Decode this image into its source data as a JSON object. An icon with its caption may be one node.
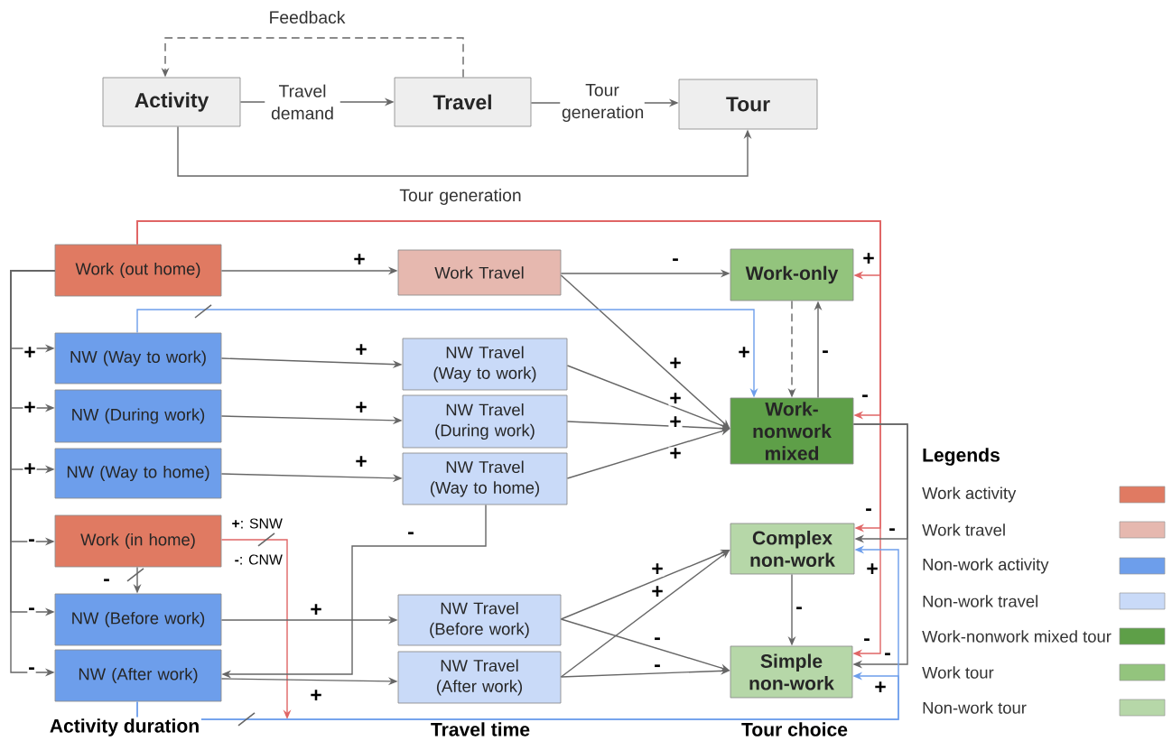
{
  "diagram": {
    "nodes": [
      {
        "text": [
          "Activity"
        ]
      },
      {
        "text": [
          "Travel"
        ]
      },
      {
        "text": [
          "Tour"
        ]
      },
      {
        "text": [
          "Work (out home)"
        ]
      },
      {
        "text": [
          "Work Travel"
        ]
      },
      {
        "text": [
          "Work-only"
        ]
      },
      {
        "text": [
          "NW (Way to work)"
        ]
      },
      {
        "text": [
          "NW Travel (Way to work)"
        ]
      },
      {
        "text": [
          "NW (During work)"
        ]
      },
      {
        "text": [
          "NW Travel (During work)"
        ]
      },
      {
        "text": [
          "Work-nonwork mixed"
        ]
      },
      {
        "text": [
          "NW (Way to home)"
        ]
      },
      {
        "text": [
          "NW Travel (Way to home)"
        ]
      },
      {
        "text": [
          "Work (in home)"
        ]
      },
      {
        "text": [
          "Complex non-work"
        ]
      },
      {
        "text": [
          "NW (Before work)"
        ]
      },
      {
        "text": [
          "NW Travel (Before work)"
        ]
      },
      {
        "text": [
          "NW (After work)"
        ]
      },
      {
        "text": [
          "NW Travel (After work)"
        ]
      },
      {
        "text": [
          "Simple non-work"
        ]
      }
    ],
    "edges": [
      {
        "from": 0,
        "to": 1,
        "arrow": "to",
        "label": "Travel demand"
      },
      {
        "from": 1,
        "to": 2,
        "arrow": "to",
        "label": "Tour generation"
      },
      {
        "from": 1,
        "to": 0,
        "arrow": "to",
        "label": "Feedback",
        "style": "dashed"
      },
      {
        "from": 0,
        "to": 2,
        "arrow": "to",
        "label": "Tour generation"
      },
      {
        "from": 3,
        "to": 4,
        "arrow": "to",
        "label": "+"
      },
      {
        "from": 3,
        "to": 6,
        "arrow": "to",
        "label": "+"
      },
      {
        "from": 3,
        "to": 8,
        "arrow": "to",
        "label": "+"
      },
      {
        "from": 3,
        "to": 11,
        "arrow": "to",
        "label": "+"
      },
      {
        "from": 3,
        "to": 13,
        "arrow": "to",
        "label": "-"
      },
      {
        "from": 3,
        "to": 15,
        "arrow": "to",
        "label": "-"
      },
      {
        "from": 3,
        "to": 17,
        "arrow": "to",
        "label": "-"
      },
      {
        "from": 3,
        "to": 5,
        "arrow": "to",
        "label": "+",
        "color": "#e06666"
      },
      {
        "from": 3,
        "to": 10,
        "arrow": "to",
        "label": "-",
        "color": "#e06666"
      },
      {
        "from": 3,
        "to": 14,
        "arrow": "to",
        "label": "-",
        "color": "#e06666"
      },
      {
        "from": 3,
        "to": 19,
        "arrow": "to",
        "label": "-",
        "color": "#e06666"
      },
      {
        "from": 4,
        "to": 5,
        "arrow": "to",
        "label": "-"
      },
      {
        "from": 4,
        "to": 10,
        "arrow": "to",
        "label": "+"
      },
      {
        "from": 6,
        "to": 10,
        "arrow": "to",
        "label": "+",
        "color": "#6d9eeb"
      },
      {
        "from": 6,
        "to": 7,
        "arrow": "to",
        "label": "+"
      },
      {
        "from": 7,
        "to": 10,
        "arrow": "to",
        "label": "+"
      },
      {
        "from": 8,
        "to": 9,
        "arrow": "to",
        "label": "+"
      },
      {
        "from": 9,
        "to": 10,
        "arrow": "to",
        "label": "+"
      },
      {
        "from": 11,
        "to": 12,
        "arrow": "to",
        "label": "+"
      },
      {
        "from": 12,
        "to": 10,
        "arrow": "to",
        "label": "+"
      },
      {
        "from": 5,
        "to": 10,
        "arrow": "to",
        "style": "dashed"
      },
      {
        "from": 10,
        "to": 5,
        "arrow": "to",
        "label": "-"
      },
      {
        "from": 13,
        "to": 15,
        "arrow": "to",
        "label": "-"
      },
      {
        "from": 13,
        "to": null,
        "arrow": "to",
        "color": "#e06666"
      },
      {
        "from": 12,
        "to": 17,
        "arrow": "to",
        "label": "-"
      },
      {
        "from": 10,
        "to": 14,
        "arrow": "to",
        "label": "-"
      },
      {
        "from": 10,
        "to": 19,
        "arrow": "to",
        "label": "-"
      },
      {
        "from": 15,
        "to": 16,
        "arrow": "to",
        "label": "+"
      },
      {
        "from": 17,
        "to": 18,
        "arrow": "to",
        "label": "+"
      },
      {
        "from": 16,
        "to": 14,
        "arrow": "to",
        "label": "+"
      },
      {
        "from": 16,
        "to": 19,
        "arrow": "to",
        "label": "-"
      },
      {
        "from": 18,
        "to": 14,
        "arrow": "to",
        "label": "+"
      },
      {
        "from": 18,
        "to": 19,
        "arrow": "to",
        "label": "-"
      },
      {
        "from": 14,
        "to": 19,
        "arrow": "to",
        "label": "-"
      },
      {
        "from": 17,
        "to": 14,
        "arrow": "to",
        "label": "+",
        "color": "#6d9eeb"
      },
      {
        "from": 17,
        "to": 19,
        "arrow": "to",
        "label": "+",
        "color": "#6d9eeb"
      }
    ],
    "labels": [
      "**+**: SNW",
      "**-**: CNW",
      "Activity duration",
      "Travel time",
      "Tour choice",
      "Legends"
    ],
    "legend": [
      {
        "text": "Work activity",
        "color": "#e07a62"
      },
      {
        "text": "Work travel",
        "color": "#e6b8af"
      },
      {
        "text": "Non-work activity",
        "color": "#6d9eeb"
      },
      {
        "text": "Non-work travel",
        "color": "#c9daf8"
      },
      {
        "text": "Work-nonwork mixed tour",
        "color": "#5e9f48"
      },
      {
        "text": "Work tour",
        "color": "#93c47d"
      },
      {
        "text": "Non-work tour",
        "color": "#b6d7a8"
      }
    ]
  }
}
